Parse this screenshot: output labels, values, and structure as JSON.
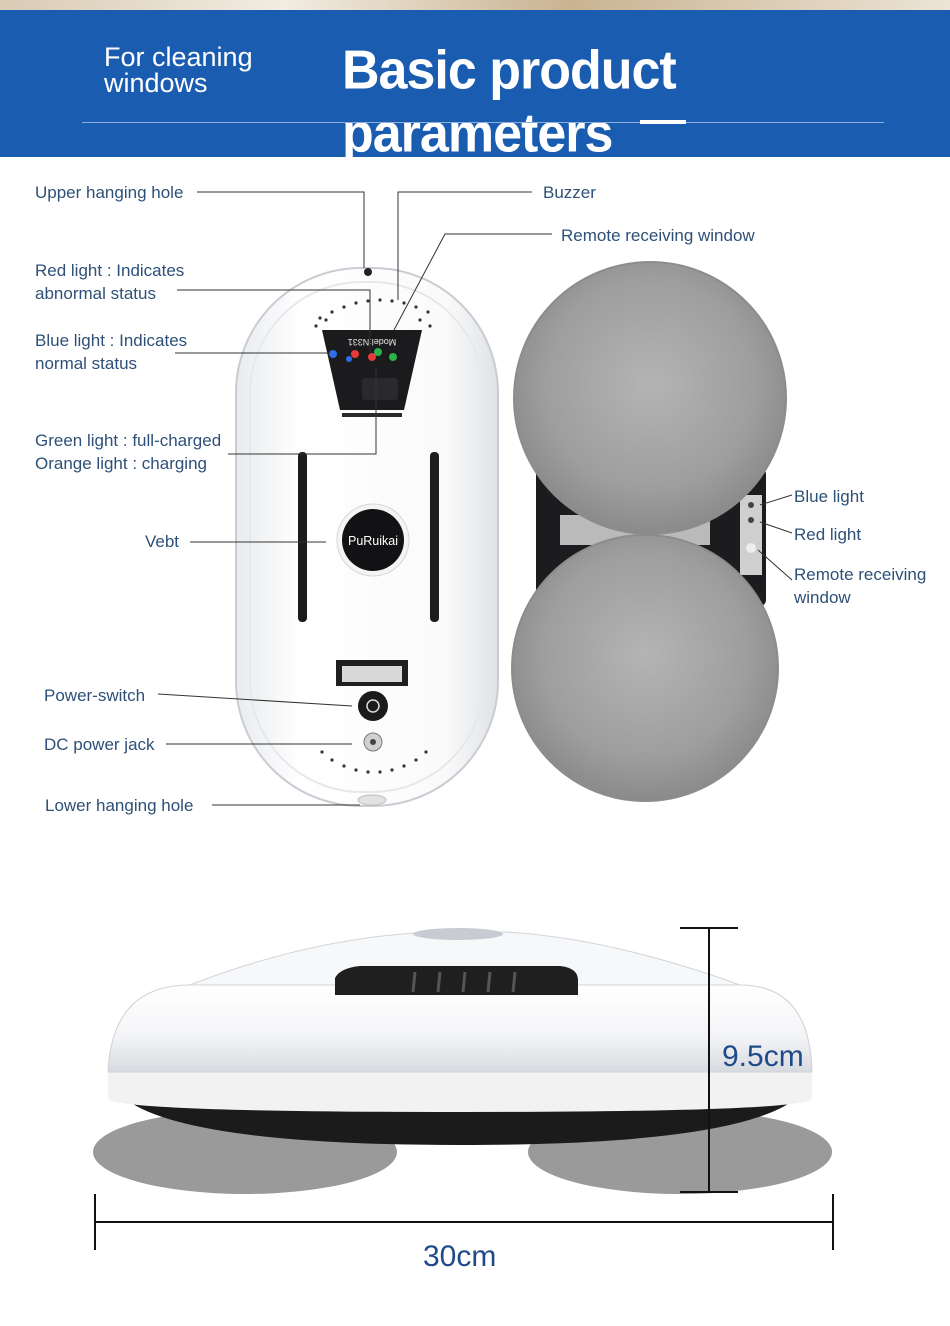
{
  "banner": {
    "subtitle": "For cleaning\nwindows",
    "title": "Basic product parameters",
    "color": "#1a5cb0"
  },
  "device": {
    "brand": "PuRuikai",
    "model": "Model:N331"
  },
  "callouts": {
    "upper_hanging_hole": "Upper hanging hole",
    "buzzer": "Buzzer",
    "remote_receiving_window": "Remote receiving window",
    "red_light": "Red light : Indicates\nabnormal status",
    "blue_light": "Blue light : Indicates\nnormal status",
    "green_orange_light": "Green light : full-charged\nOrange light : charging",
    "vebt": "Vebt",
    "power_switch": "Power-switch",
    "dc_power_jack": "DC power jack",
    "lower_hanging_hole": "Lower hanging hole",
    "side_blue_light": "Blue light",
    "side_red_light": "Red light",
    "side_remote_window": "Remote receiving\n window"
  },
  "dimensions": {
    "height": "9.5cm",
    "width": "30cm"
  }
}
